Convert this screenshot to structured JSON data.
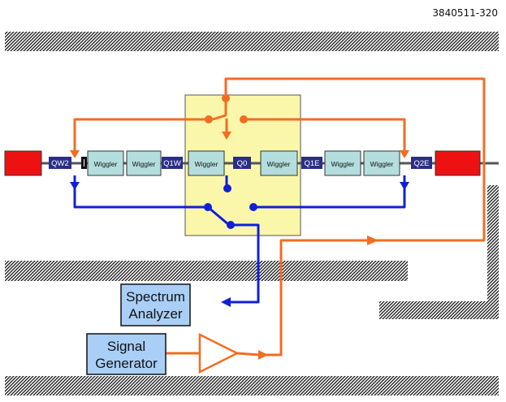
{
  "figure_id": "3840511-320",
  "quadrupoles": [
    "QW2",
    "Q1W",
    "Q0",
    "Q1E",
    "Q2E"
  ],
  "wigglers": [
    "Wiggler",
    "Wiggler",
    "Wiggler",
    "Wiggler",
    "Wiggler",
    "Wiggler"
  ],
  "devices": {
    "spectrum_analyzer": [
      "Spectrum",
      "Analyzer"
    ],
    "signal_generator": [
      "Signal",
      "Generator"
    ]
  },
  "colors": {
    "drive_line": "#f26c22",
    "pickup_line": "#1020d8",
    "magnet": "#ee1111",
    "wiggler_fill": "#b4dede",
    "quad_fill": "#2a2e86",
    "switch_box": "#fbf7aa",
    "device_fill": "#a9cff7",
    "beam_pipe": "#555555"
  }
}
